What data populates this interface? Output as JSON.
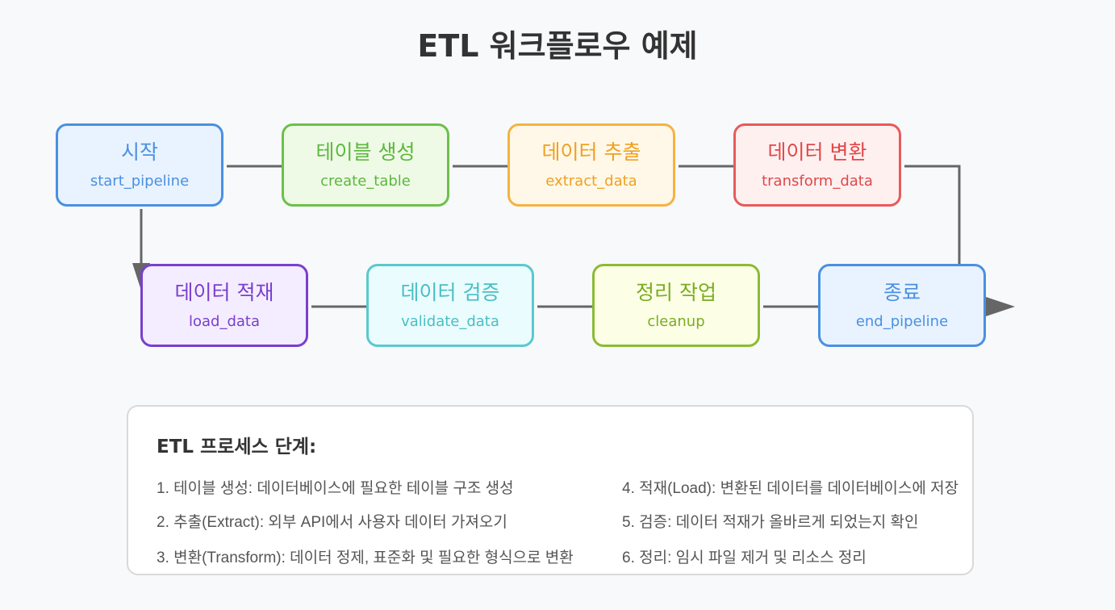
{
  "title": "ETL 워크플로우 예제",
  "nodes": [
    {
      "id": "start",
      "label": "시작",
      "fn": "start_pipeline",
      "border": "#4a90e2",
      "fill": "#e9f3ff",
      "color": "#4a90e2"
    },
    {
      "id": "create",
      "label": "테이블 생성",
      "fn": "create_table",
      "border": "#6cc04a",
      "fill": "#eefae6",
      "color": "#5cb83c"
    },
    {
      "id": "extract",
      "label": "데이터 추출",
      "fn": "extract_data",
      "border": "#f5b342",
      "fill": "#fff8e8",
      "color": "#f0a020"
    },
    {
      "id": "transform",
      "label": "데이터 변환",
      "fn": "transform_data",
      "border": "#e85a5a",
      "fill": "#fff0f0",
      "color": "#e04848"
    },
    {
      "id": "load",
      "label": "데이터 적재",
      "fn": "load_data",
      "border": "#7a3fcf",
      "fill": "#f4edff",
      "color": "#7a3fcf"
    },
    {
      "id": "validate",
      "label": "데이터 검증",
      "fn": "validate_data",
      "border": "#5ac8cf",
      "fill": "#eafcfd",
      "color": "#4abec5"
    },
    {
      "id": "cleanup",
      "label": "정리 작업",
      "fn": "cleanup",
      "border": "#8bbb34",
      "fill": "#fcffe6",
      "color": "#7aac22"
    },
    {
      "id": "end",
      "label": "종료",
      "fn": "end_pipeline",
      "border": "#4a90e2",
      "fill": "#e9f3ff",
      "color": "#4a90e2"
    }
  ],
  "edge_color": "#666666",
  "legend": {
    "title": "ETL 프로세스 단계:",
    "steps": [
      "1. 테이블 생성: 데이터베이스에 필요한 테이블 구조 생성",
      "2. 추출(Extract): 외부 API에서 사용자 데이터 가져오기",
      "3. 변환(Transform): 데이터 정제, 표준화 및 필요한 형식으로 변환",
      "4. 적재(Load): 변환된 데이터를 데이터베이스에 저장",
      "5. 검증: 데이터 적재가 올바르게 되었는지 확인",
      "6. 정리: 임시 파일 제거 및 리소스 정리"
    ]
  }
}
